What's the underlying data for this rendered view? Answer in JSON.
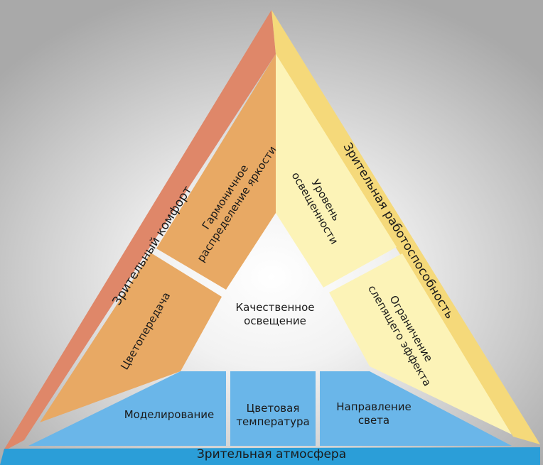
{
  "center": {
    "line1": "Качественное",
    "line2": "освещение"
  },
  "left_side": {
    "title": "Зрительный комфорт"
  },
  "right_side": {
    "title": "Зрительная работоспособность"
  },
  "bottom": {
    "title": "Зрительная атмосфера"
  },
  "left_segments": {
    "harmonic": {
      "line1": "Гармоничное",
      "line2": "распределение яркости"
    },
    "color_rendering": {
      "label": "Цветопередача"
    }
  },
  "right_segments": {
    "level": {
      "line1": "Уровень",
      "line2": "освещенности"
    },
    "glare": {
      "line1": "Ограничение",
      "line2": "слепящего эффекта"
    }
  },
  "bottom_segments": {
    "modeling": {
      "label": "Моделирование"
    },
    "color_temp": {
      "line1": "Цветовая",
      "line2": "температура"
    },
    "direction": {
      "line1": "Направление",
      "line2": "света"
    }
  },
  "colors": {
    "left_outer": "#df8769",
    "left_inner": "#e8a964",
    "right_outer": "#f5d97a",
    "right_inner": "#fcf3b7",
    "bottom_outer": "#2b9ed8",
    "bottom_inner": "#6ab6e9",
    "separator": "#d7d7d7"
  }
}
